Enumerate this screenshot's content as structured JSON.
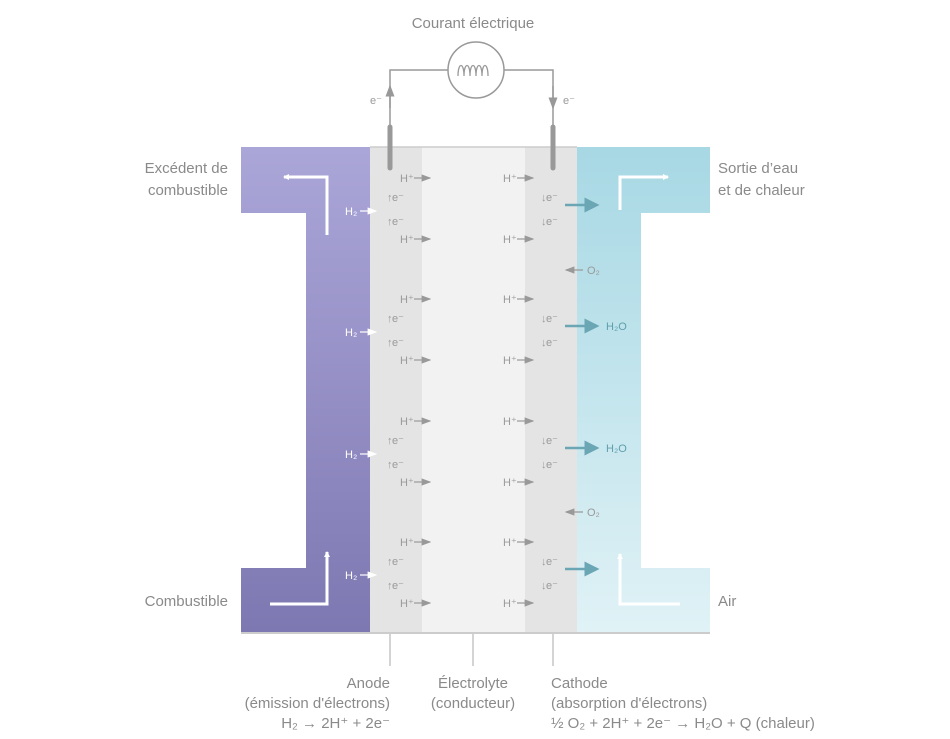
{
  "title": "Courant électrique",
  "electron": "e⁻",
  "labels": {
    "excess_1": "Excédent de",
    "excess_2": "combustible",
    "water_1": "Sortie d’eau",
    "water_2": "et de chaleur",
    "fuel": "Combustible",
    "air": "Air"
  },
  "inner": {
    "hplus": "H⁺",
    "eminus": "e⁻",
    "h2": "H₂",
    "h2o": "H₂O",
    "o2": "O₂"
  },
  "bottom": {
    "anode": [
      "Anode",
      "(émission d'électrons)",
      "H₂ → 2H⁺ + 2e⁻"
    ],
    "electrolyte": [
      "Électrolyte",
      "(conducteur)"
    ],
    "cathode": [
      "Cathode",
      "(absorption d'électrons)",
      "½ O₂ + 2H⁺ + 2e⁻ → H₂O + Q (chaleur)"
    ]
  },
  "colors": {
    "fuel_top": "#aba6d8",
    "fuel_bottom": "#7e78b2",
    "air_top": "#a7d8e4",
    "air_bottom": "#e0f2f6",
    "electrode": "#e4e4e4",
    "electrolyte": "#f2f2f2",
    "teal": "#6aa6b4"
  }
}
